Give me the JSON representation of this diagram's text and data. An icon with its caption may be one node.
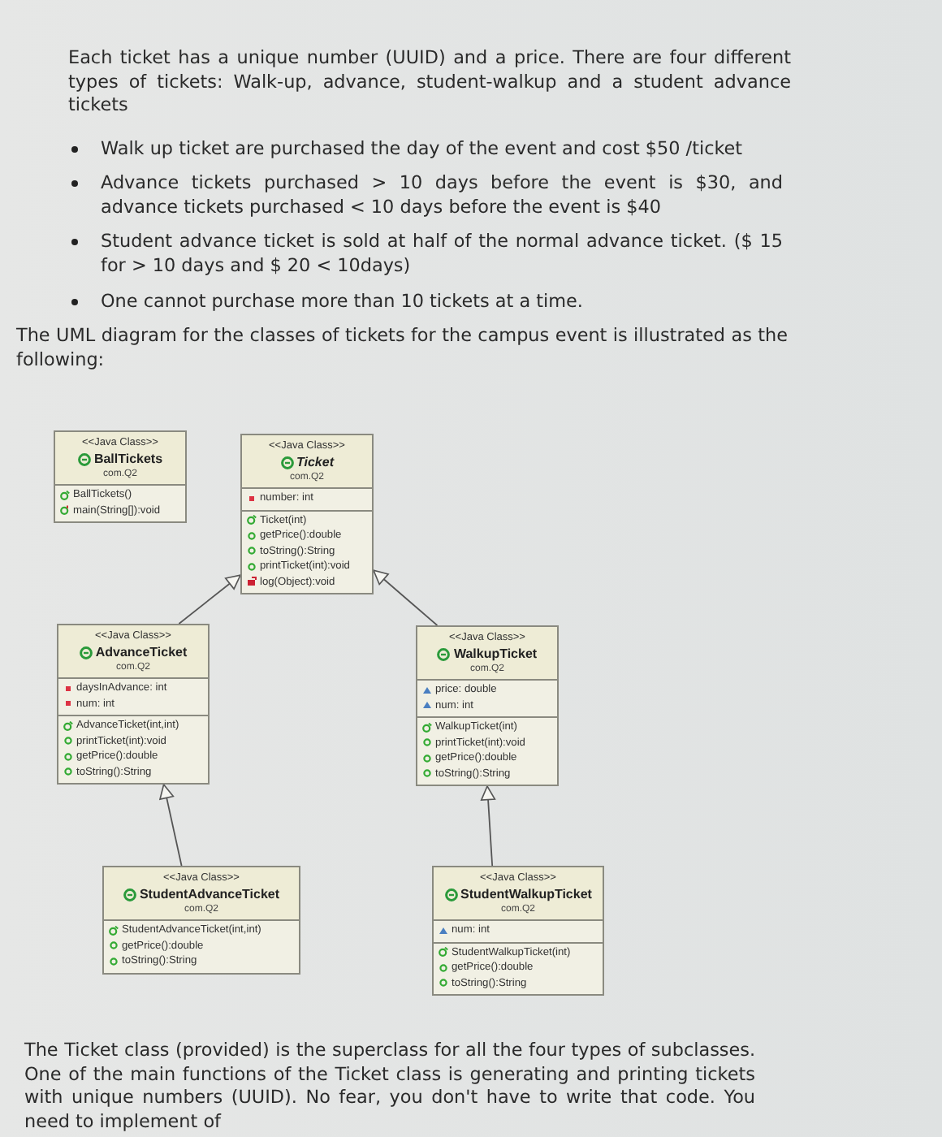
{
  "diagram": {
    "nodes": [
      {
        "text": [
          "<<Java Class>>",
          "BallTickets",
          "com.Q2"
        ]
      },
      {
        "text": [
          "BallTickets()",
          "main(String[]):void"
        ],
        "in": 0
      },
      {
        "text": [
          "<<Java Class>>",
          "Ticket",
          "com.Q2"
        ]
      },
      {
        "text": [
          "number: int"
        ],
        "in": 2
      },
      {
        "text": [
          "Ticket(int)",
          "getPrice():double",
          "toString():String",
          "printTicket(int):void",
          "log(Object):void"
        ],
        "in": 2
      },
      {
        "text": [
          "<<Java Class>>",
          "AdvanceTicket",
          "com.Q2"
        ]
      },
      {
        "text": [
          "daysInAdvance: int",
          "num: int"
        ],
        "in": 5
      },
      {
        "text": [
          "AdvanceTicket(int,int)",
          "printTicket(int):void",
          "getPrice():double",
          "toString():String"
        ],
        "in": 5
      },
      {
        "text": [
          "<<Java Class>>",
          "WalkupTicket",
          "com.Q2"
        ]
      },
      {
        "text": [
          "price: double",
          "num: int"
        ],
        "in": 8
      },
      {
        "text": [
          "WalkupTicket(int)",
          "printTicket(int):void",
          "getPrice():double",
          "toString():String"
        ],
        "in": 8
      },
      {
        "text": [
          "<<Java Class>>",
          "StudentAdvanceTicket",
          "com.Q2"
        ]
      },
      {
        "text": [
          "StudentAdvanceTicket(int,int)",
          "getPrice():double",
          "toString():String"
        ],
        "in": 11
      },
      {
        "text": [
          "<<Java Class>>",
          "StudentWalkupTicket",
          "com.Q2"
        ]
      },
      {
        "text": [
          "num: int"
        ],
        "in": 13
      },
      {
        "text": [
          "StudentWalkupTicket(int)",
          "getPrice():double",
          "toString():String"
        ],
        "in": 13
      }
    ],
    "edges": [
      {
        "from": 5,
        "to": 2,
        "arrow": "to"
      },
      {
        "from": 8,
        "to": 2,
        "arrow": "to"
      },
      {
        "from": 11,
        "to": 5,
        "arrow": "to"
      },
      {
        "from": 13,
        "to": 8,
        "arrow": "to"
      }
    ],
    "labels": [
      "Each ticket has a unique number (UUID) and a price.  There are four different types of tickets: Walk-up, advance, student-walkup and a student advance tickets",
      "Walk up ticket are purchased the day of the event and cost $50 /ticket",
      "Advance tickets purchased > 10 days before the event is $30, and advance tickets purchased < 10 days before the event is $40",
      "Student advance ticket is sold at half of the normal advance ticket. ($ 15 for > 10 days and $ 20 < 10days)",
      "One cannot purchase more than 10 tickets at a time.",
      "The UML diagram for the classes of tickets for the campus event is illustrated  as the following:",
      "The Ticket class (provided) is the superclass for all the four types of subclasses. One of the main functions of the Ticket class is generating and printing tickets with unique numbers (UUID). No fear, you don't have to write that code. You need to implement of"
    ]
  }
}
